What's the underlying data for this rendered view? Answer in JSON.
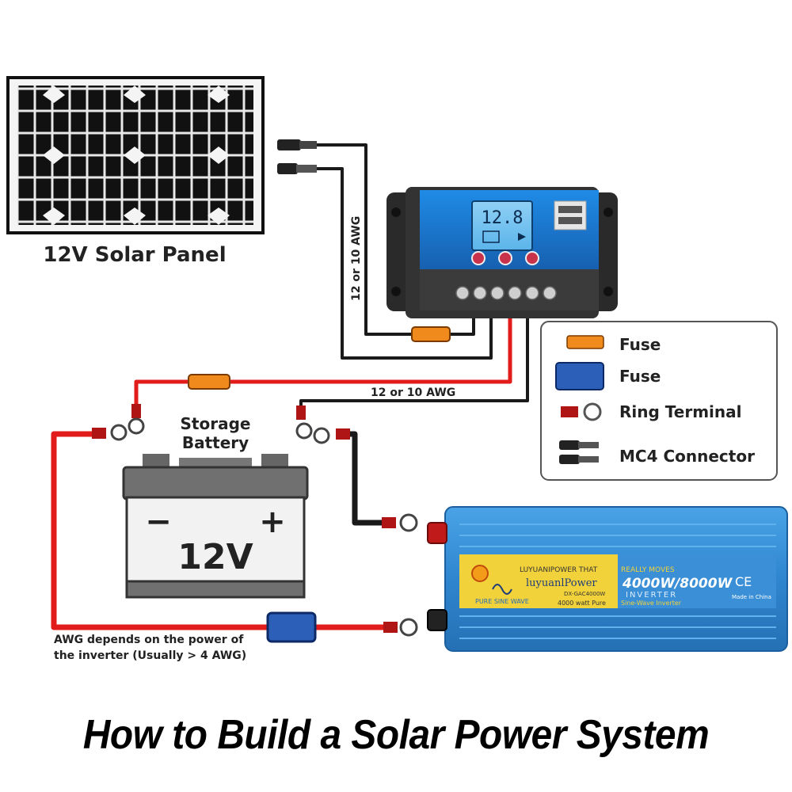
{
  "panel": {
    "label": "12V Solar Panel"
  },
  "controller": {
    "display": "12.8"
  },
  "wire_labels": {
    "panel_to_controller": "12 or 10 AWG",
    "controller_to_battery": "12 or 10 AWG",
    "inverter_note_line1": "AWG depends on the power of",
    "inverter_note_line2": "the inverter (Usually > 4 AWG)"
  },
  "battery": {
    "title_line1": "Storage",
    "title_line2": "Battery",
    "minus": "−",
    "plus": "+",
    "voltage": "12V"
  },
  "legend": {
    "items": [
      {
        "icon": "orange-fuse-icon",
        "label": "Fuse"
      },
      {
        "icon": "blue-fuse-icon",
        "label": "Fuse"
      },
      {
        "icon": "ring-terminal-icon",
        "label": "Ring Terminal"
      },
      {
        "icon": "mc4-connector-icon",
        "label": "MC4 Connector"
      }
    ]
  },
  "inverter": {
    "brand_top": "LUYUANIPOWER THAT",
    "slogan": "REALLY MOVES",
    "brand": "luyuanlPower",
    "rating": "4000W/8000W",
    "type": "INVERTER",
    "model": "DX-GAC4000W",
    "wave": "PURE SINE WAVE",
    "desc_left": "4000 watt Pure",
    "desc_right": "Sine-Wave Inverter",
    "ce": "CE",
    "made_in": "Made in China"
  },
  "title": "How to Build a Solar Power System",
  "colors": {
    "red_wire": "#e21b1b",
    "black_wire": "#1a1a1a",
    "orange_fuse": "#f08a1c",
    "blue_fuse": "#2c5fb8",
    "inverter_blue": "#2f86cf",
    "inverter_yellow": "#f2d23a",
    "controller_blue": "#1f7fd9"
  }
}
